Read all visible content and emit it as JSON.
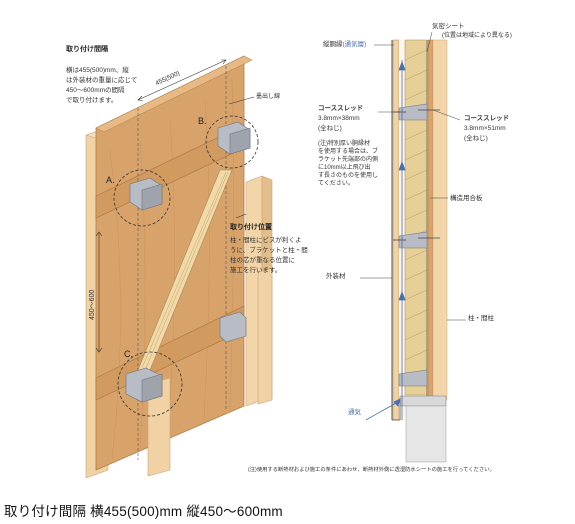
{
  "left": {
    "spacing_heading": "取り付け間隔",
    "spacing_text_lines": [
      "横は455(500)mm、縦",
      "は外装材の重量に応じて",
      "450〜600mmの間隔",
      "で取り付けます。"
    ],
    "horizontal_dim": "455(500)",
    "vertical_dim": "450〜600",
    "sumidashi": "墨出し線",
    "position_heading": "取り付け位置",
    "position_text_lines": [
      "柱・間柱にビスが利くよ",
      "うに、ブラケットと柱・間",
      "柱の芯が重なる位置に",
      "施工を行います。"
    ],
    "label_a": "A.",
    "label_b": "B.",
    "label_c": "C."
  },
  "right": {
    "kimitsu": "気密シート",
    "kimitsu_note": "(位置は地域により異なる)",
    "tatedoubuchi": "縦胴縁",
    "tsuukisou": "(通気層)",
    "coarse_left_title": "コーススレッド",
    "coarse_left_size": "3.8mm×38mm",
    "coarse_left_type": "(全ねじ)",
    "note_lines": [
      "(注)特別厚い胴縁材",
      "を使用する場合は、ブ",
      "ラケット先端部の内側",
      "に10mm以上飛び出",
      "す長さのものを使用し",
      "てください。"
    ],
    "coarse_right_title": "コーススレッド",
    "coarse_right_size": "3.8mm×51mm",
    "coarse_right_type": "(全ねじ)",
    "kouzou": "構造用合板",
    "gaisou": "外装材",
    "hashira": "柱・間柱",
    "tsuuki": "通気",
    "footnote": "(注)使用する断熱材および施工の条件にあわせ、断熱材外側に透湿防水シートの施工を行ってください。"
  },
  "caption": "取り付け間隔 横455(500)mm 縦450〜600mm",
  "colors": {
    "plywood": "#d9a46c",
    "plywood_dark": "#c48a52",
    "stud": "#f0d2a4",
    "insulation": "#e7cf98",
    "bracket": "#b8bcc4",
    "air_blue": "#4a6fb0"
  }
}
